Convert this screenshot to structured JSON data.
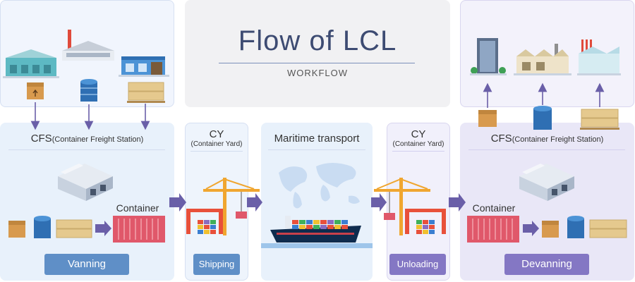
{
  "header": {
    "title": "Flow of LCL",
    "subtitle": "WORKFLOW"
  },
  "stages": {
    "cfs_left": {
      "label": "CFS",
      "sublabel": "(Container Freight Station)",
      "container_label": "Container",
      "action": "Vanning"
    },
    "cy_left": {
      "label": "CY",
      "sublabel": "(Container Yard)",
      "action": "Shipping"
    },
    "maritime": {
      "label": "Maritime transport"
    },
    "cy_right": {
      "label": "CY",
      "sublabel": "(Container Yard)",
      "action": "Unloading"
    },
    "cfs_right": {
      "label": "CFS",
      "sublabel": "(Container Freight Station)",
      "container_label": "Container",
      "action": "Devanning"
    }
  },
  "colors": {
    "blue_panel": "#e8f1fb",
    "purple_panel": "#e9e7f7",
    "blue_button": "#5f8fc7",
    "purple_button": "#8477c4",
    "arrow": "#6a5fa8",
    "container": "#e0586a"
  }
}
